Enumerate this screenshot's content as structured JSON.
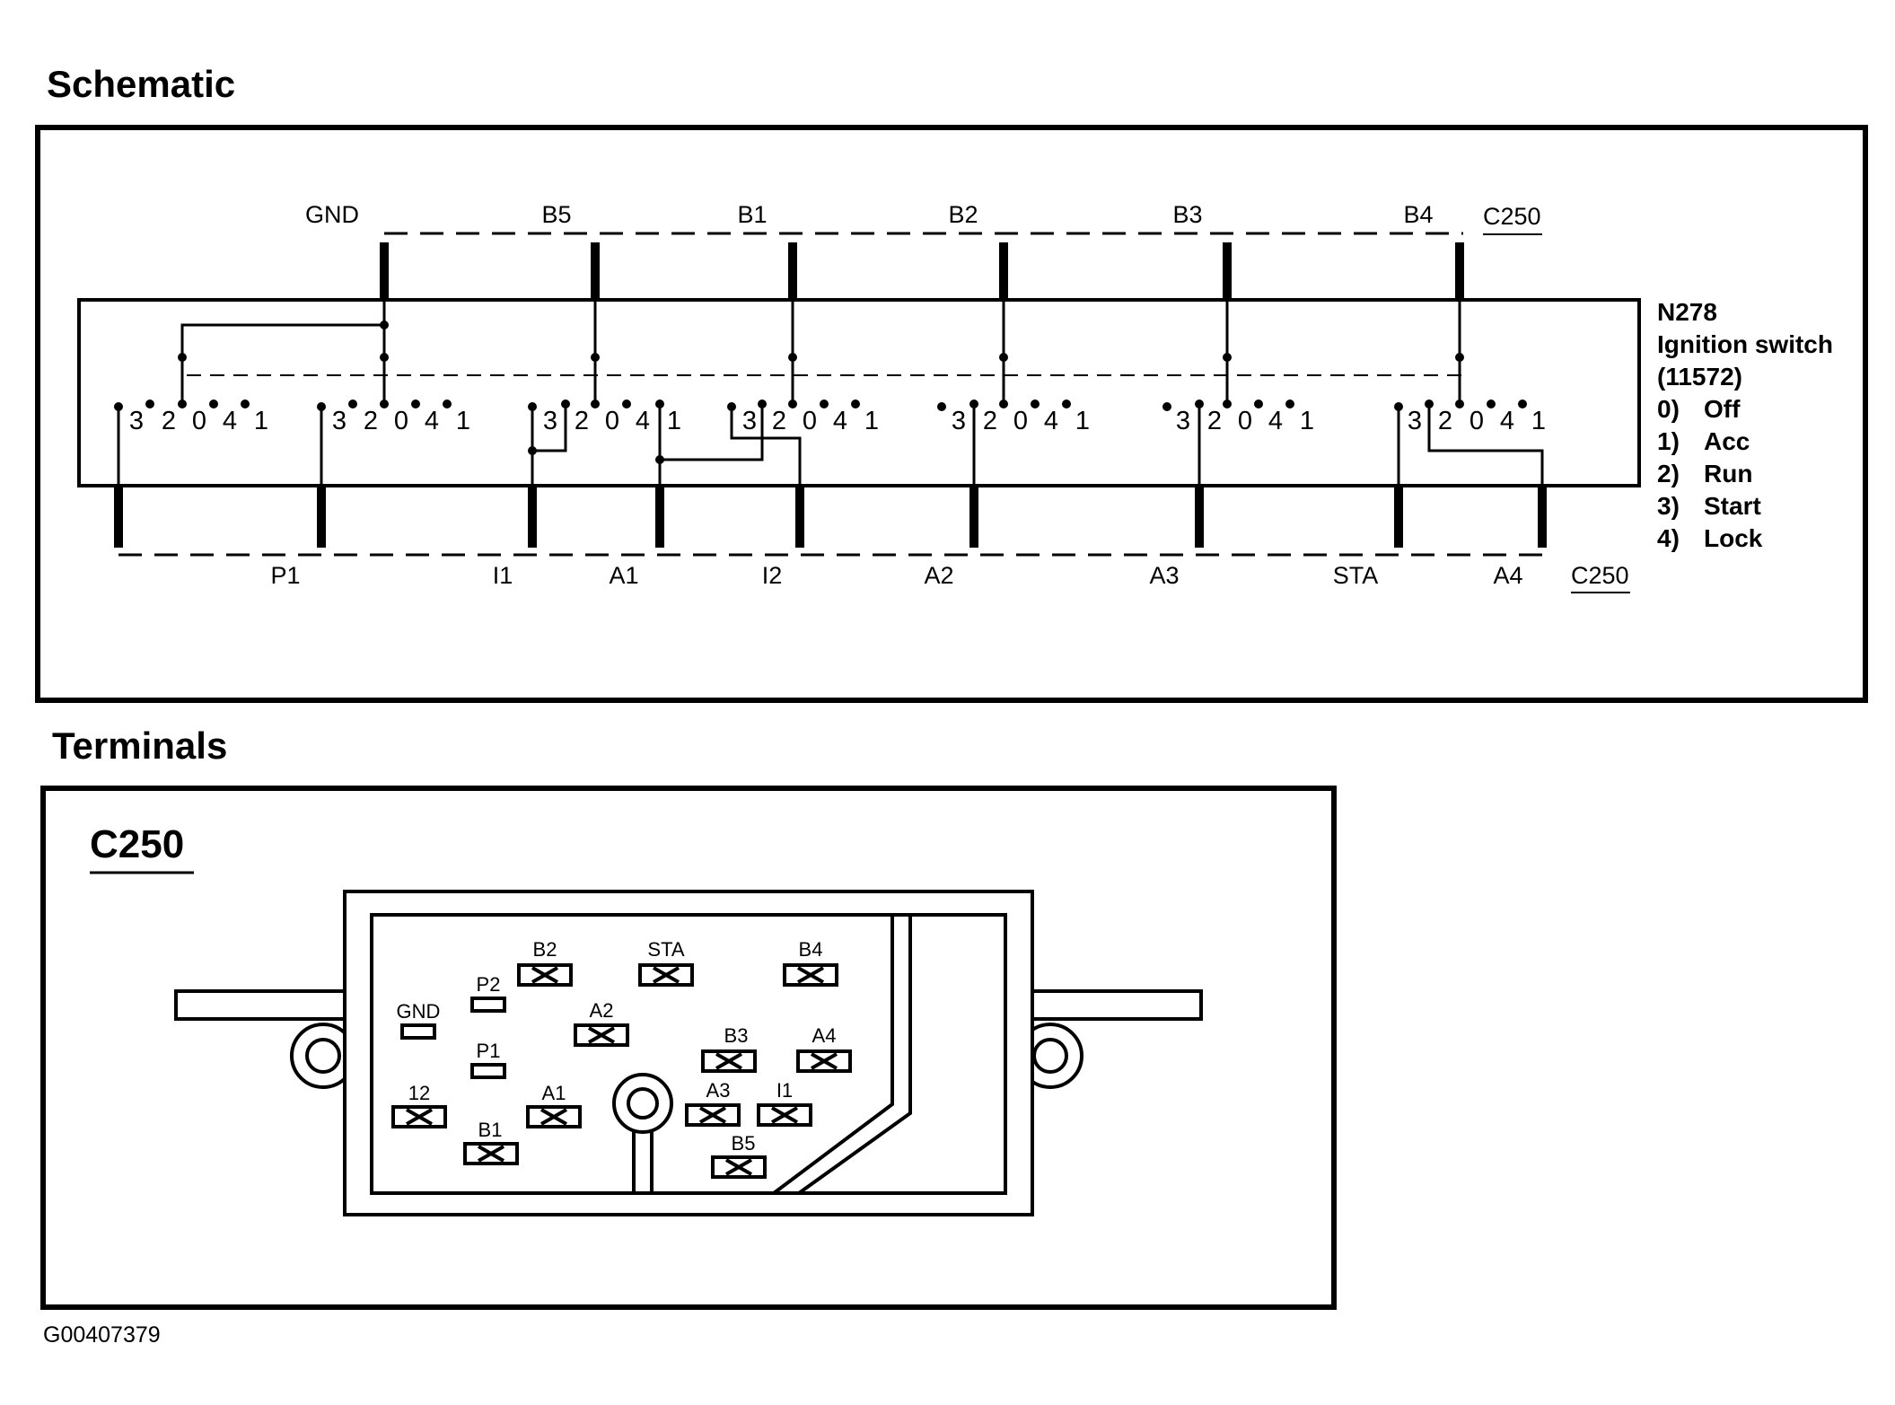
{
  "headings": {
    "schematic": "Schematic",
    "terminals": "Terminals"
  },
  "schematic": {
    "top_pins": [
      "GND",
      "B5",
      "B1",
      "B2",
      "B3",
      "B4"
    ],
    "top_connector": "C250",
    "bottom_pins": [
      "P1",
      "I1",
      "A1",
      "I2",
      "A2",
      "A3",
      "STA",
      "A4"
    ],
    "bottom_connector": "C250",
    "switch_positions": [
      "3",
      "2",
      "0",
      "4",
      "1"
    ]
  },
  "legend": {
    "code": "N278",
    "name": "Ignition switch",
    "part": "(11572)",
    "items": [
      {
        "num": "0)",
        "label": "Off"
      },
      {
        "num": "1)",
        "label": "Acc"
      },
      {
        "num": "2)",
        "label": "Run"
      },
      {
        "num": "3)",
        "label": "Start"
      },
      {
        "num": "4)",
        "label": "Lock"
      }
    ]
  },
  "connector": {
    "name": "C250",
    "terminals": [
      "B2",
      "STA",
      "B4",
      "P2",
      "GND",
      "A2",
      "B3",
      "A4",
      "P1",
      "12",
      "A1",
      "A3",
      "I1",
      "B1",
      "B5"
    ]
  },
  "figure_id": "G00407379"
}
